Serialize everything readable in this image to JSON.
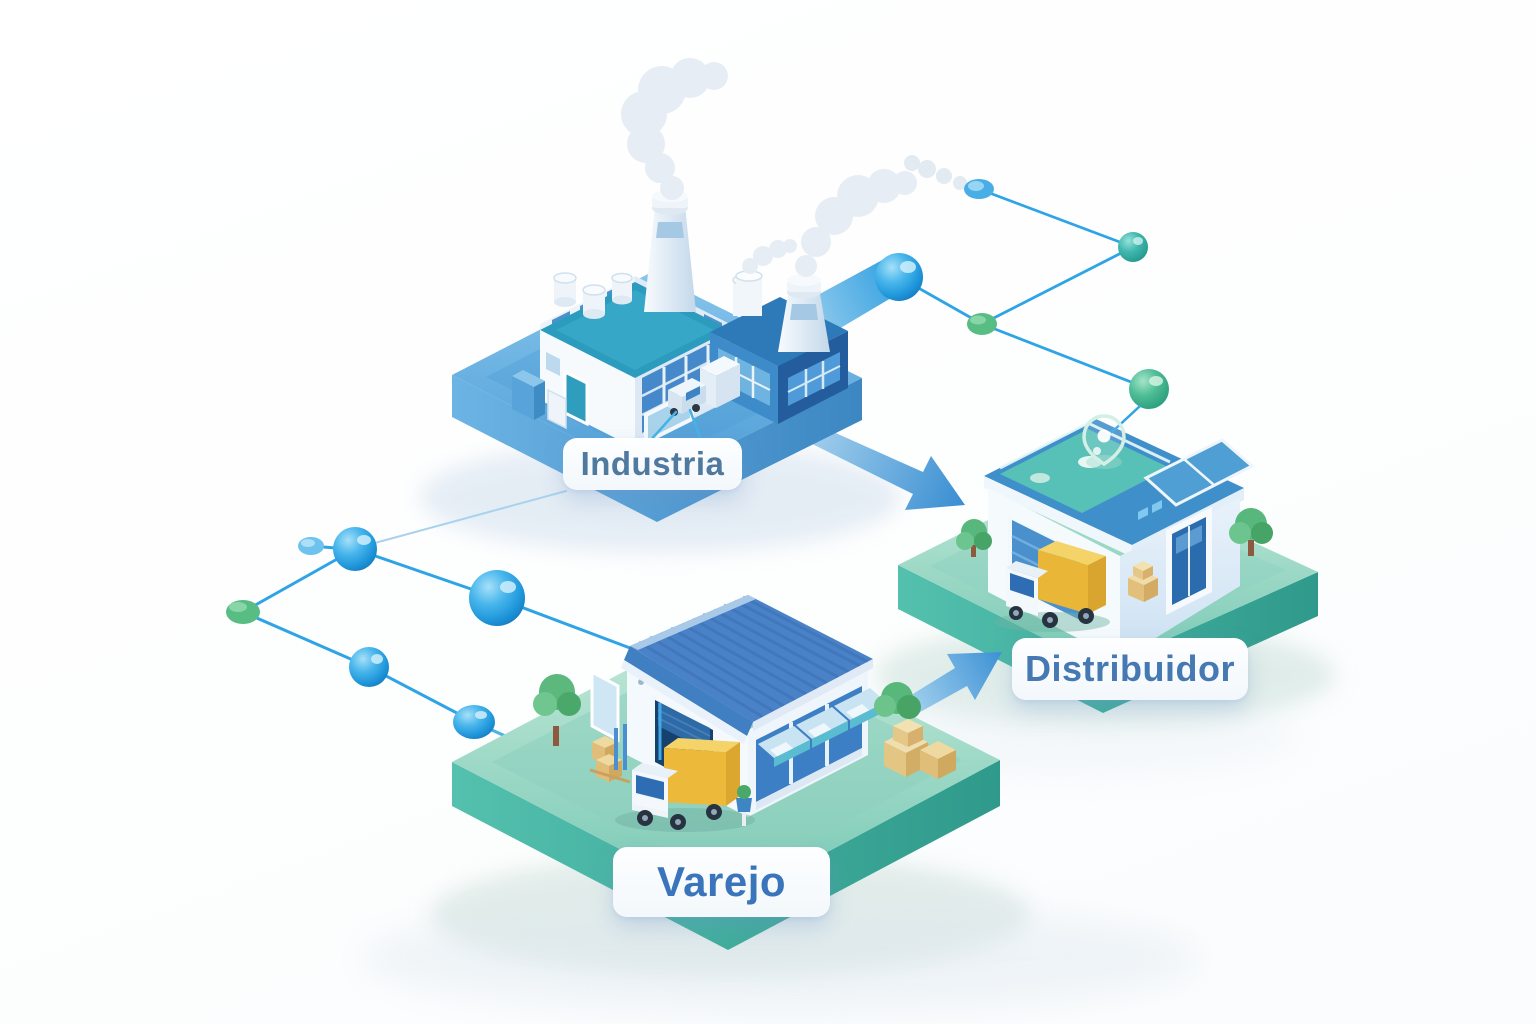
{
  "scene": {
    "description": "Isometric supply chain illustration",
    "background": "#fdfdfe"
  },
  "entities": [
    {
      "id": "industria",
      "label": "Industria",
      "type": "factory"
    },
    {
      "id": "distribuidor",
      "label": "Distribuidor",
      "type": "distribution-center"
    },
    {
      "id": "varejo",
      "label": "Varejo",
      "type": "retail-store"
    }
  ],
  "flows": [
    {
      "from": "Industria",
      "to": "Distribuidor"
    },
    {
      "from": "Varejo",
      "to": "Distribuidor"
    }
  ],
  "colors": {
    "platform_blue": "#5fa9dd",
    "platform_green": "#8ed3c0",
    "network_line": "#2ea4e6",
    "node_blue": "#2ba0e0",
    "node_teal": "#2fa89f",
    "node_green": "#45b886",
    "arrow_blue": "#3a8fd2",
    "truck_yellow": "#ecb93a",
    "label_text": "#4678b2",
    "label_bg": "#fafdfe"
  }
}
